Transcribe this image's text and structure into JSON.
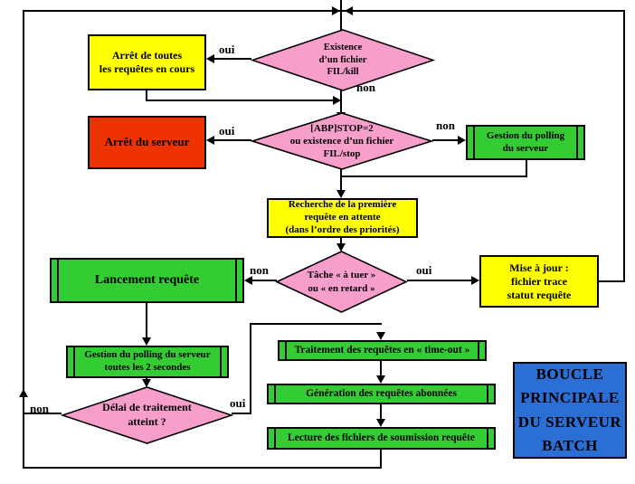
{
  "colors": {
    "yellow": "#ffff00",
    "red": "#ee3300",
    "green": "#33cc33",
    "pink": "#f79fca",
    "blue": "#2b6fd4",
    "line": "#000000"
  },
  "labels": {
    "oui": "oui",
    "non": "non"
  },
  "nodes": {
    "existence_fil_kill": {
      "l1": "Existence",
      "l2": "d’un fichier",
      "l3": "FIL/kill"
    },
    "arret_toutes_requetes": {
      "l1": "Arrêt de toutes",
      "l2": "les requêtes en cours"
    },
    "abp_stop": {
      "l1": "[ABP]STOP=2",
      "l2": "ou existence d’un fichier",
      "l3": "FIL/stop"
    },
    "arret_serveur": {
      "l1": "Arrêt du serveur"
    },
    "gestion_polling_serveur": {
      "l1": "Gestion du polling",
      "l2": "du serveur"
    },
    "recherche_premiere_requete": {
      "l1": "Recherche de la première",
      "l2": "requête en attente",
      "l3": "(dans l’ordre des priorités)"
    },
    "tache_a_tuer": {
      "l1": "Tâche « à tuer »",
      "l2": "ou « en retard »"
    },
    "lancement_requete": {
      "l1": "Lancement requête"
    },
    "mise_a_jour": {
      "l1": "Mise à jour :",
      "l2": "fichier trace",
      "l3": "statut requête"
    },
    "gestion_polling_2s": {
      "l1": "Gestion du polling du serveur",
      "l2": "toutes les 2 secondes"
    },
    "delai_traitement": {
      "l1": "Délai de traitement",
      "l2": "atteint ?"
    },
    "traitement_timeout": {
      "l1": "Traitement des requêtes en « time-out »"
    },
    "generation_abonnees": {
      "l1": "Génération des requêtes abonnées"
    },
    "lecture_soumission": {
      "l1": "Lecture des fichiers de soumission requête"
    },
    "boucle_principale": {
      "l1": "BOUCLE",
      "l2": "PRINCIPALE",
      "l3": "DU SERVEUR",
      "l4": "BATCH"
    }
  }
}
